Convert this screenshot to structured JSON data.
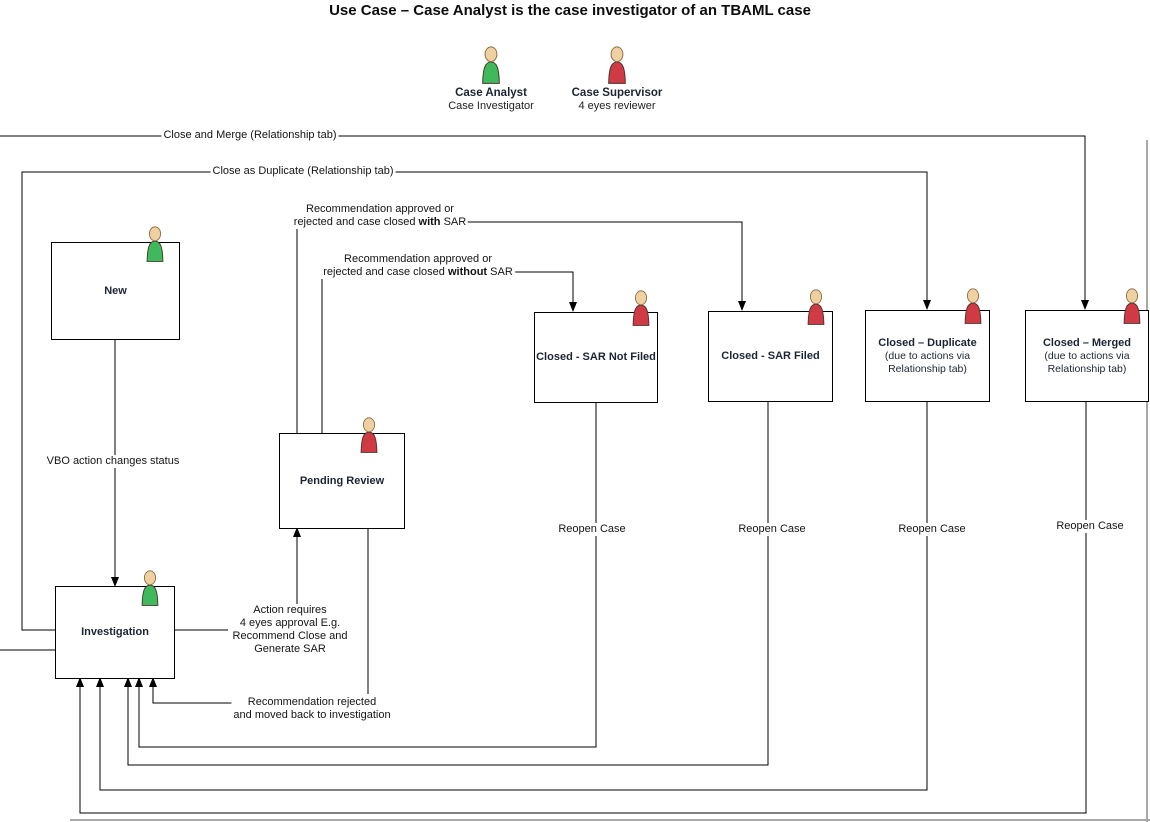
{
  "title": "Use Case – Case Analyst is the case investigator of an TBAML case",
  "actors": {
    "analyst": {
      "name": "Case Analyst",
      "role": "Case Investigator"
    },
    "supervisor": {
      "name": "Case Supervisor",
      "role": "4 eyes reviewer"
    }
  },
  "states": {
    "new": {
      "label": "New"
    },
    "investigation": {
      "label": "Investigation"
    },
    "pending_review": {
      "label": "Pending Review"
    },
    "closed_sar_not_filed": {
      "label": "Closed - SAR Not Filed"
    },
    "closed_sar_filed": {
      "label": "Closed - SAR Filed"
    },
    "closed_duplicate": {
      "label": "Closed – Duplicate",
      "sublabel": "(due to actions via Relationship tab)"
    },
    "closed_merged": {
      "label": "Closed – Merged",
      "sublabel": "(due to actions via Relationship tab)"
    }
  },
  "edges": {
    "close_and_merge": {
      "label": "Close and Merge (Relationship tab)"
    },
    "close_as_duplicate": {
      "label": "Close as Duplicate (Relationship tab)"
    },
    "closed_with_sar": {
      "line1": "Recommendation approved or",
      "line2_pre": "rejected and case closed ",
      "line2_bold": "with",
      "line2_post": " SAR"
    },
    "closed_without_sar": {
      "line1": "Recommendation approved or",
      "line2_pre": "rejected and case closed ",
      "line2_bold": "without",
      "line2_post": " SAR"
    },
    "vbo": {
      "label": "VBO action changes status"
    },
    "four_eyes": {
      "line1": "Action requires",
      "line2": "4 eyes approval E.g.",
      "line3": "Recommend Close and",
      "line4": "Generate SAR"
    },
    "rejected": {
      "line1": "Recommendation rejected",
      "line2": "and moved back to investigation"
    },
    "reopen": {
      "label": "Reopen Case"
    }
  },
  "colors": {
    "analyst_green": "#3fb95c",
    "supervisor_red": "#cf3a45",
    "skin": "#efd0a1",
    "line": "#000000",
    "frame_gray": "#a9a9a9"
  }
}
